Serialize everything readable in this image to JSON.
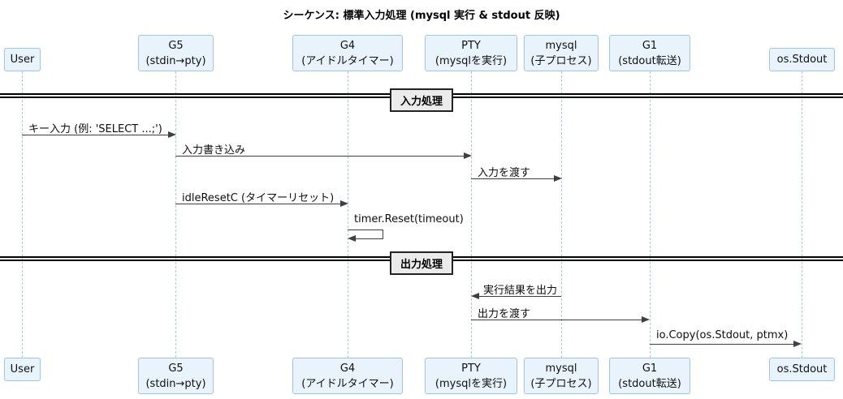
{
  "title": "シーケンス: 標準入力処理 (mysql 実行 & stdout 反映)",
  "participants": [
    {
      "name": "User",
      "sub": ""
    },
    {
      "name": "G5",
      "sub": "(stdin→pty)"
    },
    {
      "name": "G4",
      "sub": "(アイドルタイマー)"
    },
    {
      "name": "PTY",
      "sub": "(mysqlを実行)"
    },
    {
      "name": "mysql",
      "sub": "(子プロセス)"
    },
    {
      "name": "G1",
      "sub": "(stdout転送)"
    },
    {
      "name": "os.Stdout",
      "sub": ""
    }
  ],
  "dividers": [
    {
      "label": "入力処理"
    },
    {
      "label": "出力処理"
    }
  ],
  "messages": [
    {
      "from": "User",
      "to": "G5",
      "label": "キー入力 (例: 'SELECT ...;')"
    },
    {
      "from": "G5",
      "to": "PTY",
      "label": "入力書き込み"
    },
    {
      "from": "PTY",
      "to": "mysql",
      "label": "入力を渡す"
    },
    {
      "from": "G5",
      "to": "G4",
      "label": "idleResetC (タイマーリセット)"
    },
    {
      "from": "G4",
      "to": "G4",
      "label": "timer.Reset(timeout)"
    },
    {
      "from": "mysql",
      "to": "PTY",
      "label": "実行結果を出力"
    },
    {
      "from": "PTY",
      "to": "G1",
      "label": "出力を渡す"
    },
    {
      "from": "G1",
      "to": "os.Stdout",
      "label": "io.Copy(os.Stdout, ptmx)"
    }
  ],
  "colors": {
    "participant_fill": "#E8F3FC",
    "participant_border": "#9EC5E6",
    "lifeline": "#A6C9E8",
    "arrow": "#3F3F3F",
    "divider_fill": "#EBEBEB",
    "divider_border": "#222222"
  }
}
